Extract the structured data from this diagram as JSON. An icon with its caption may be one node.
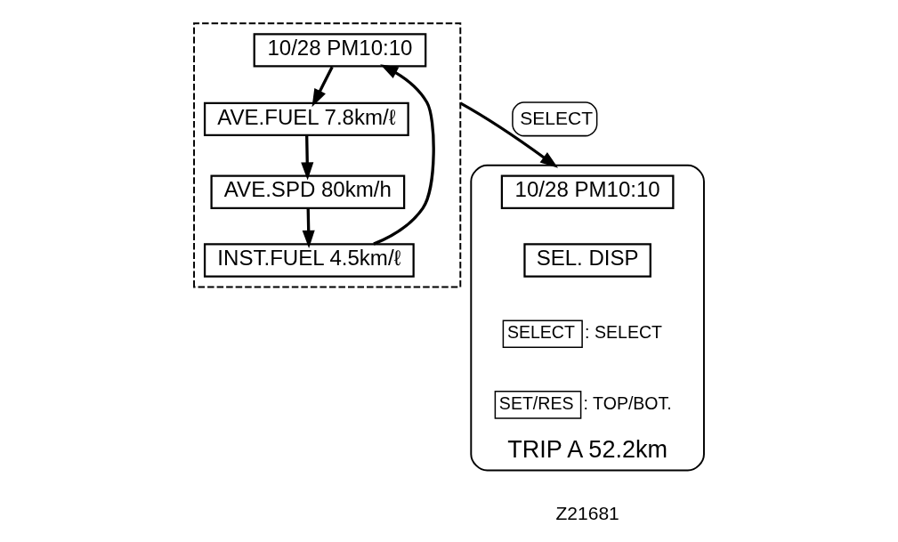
{
  "diagram": {
    "nodes": [
      {
        "text": [],
        "shape": "box"
      },
      {
        "text": [
          "10/28 PM10:10"
        ],
        "in": 0
      },
      {
        "text": [
          "AVE.FUEL 7.8km/ℓ"
        ],
        "in": 0
      },
      {
        "text": [
          "AVE.SPD 80km/h"
        ],
        "in": 0
      },
      {
        "text": [
          "INST.FUEL 4.5km/ℓ"
        ],
        "in": 0
      },
      {
        "text": [
          "TRIP A 52.2km"
        ]
      },
      {
        "text": [
          "10/28 PM10:10"
        ],
        "in": 5
      },
      {
        "text": [
          "SEL. DISP"
        ],
        "in": 5
      },
      {
        "text": [
          "SELECT"
        ],
        "beside": [
          ": SELECT"
        ],
        "in": 5
      },
      {
        "text": [
          "SET/RES"
        ],
        "beside": [
          ": TOP/BOT."
        ],
        "in": 5
      }
    ],
    "edges": [
      {
        "from": 1,
        "to": 2,
        "arrow": "to"
      },
      {
        "from": 2,
        "to": 3,
        "arrow": "to"
      },
      {
        "from": 3,
        "to": 4,
        "arrow": "to"
      },
      {
        "from": 4,
        "to": 1,
        "arrow": "to"
      },
      {
        "from": 0,
        "to": 5,
        "arrow": "to",
        "label": "SELECT"
      }
    ],
    "labels": [
      "Z21681"
    ]
  }
}
